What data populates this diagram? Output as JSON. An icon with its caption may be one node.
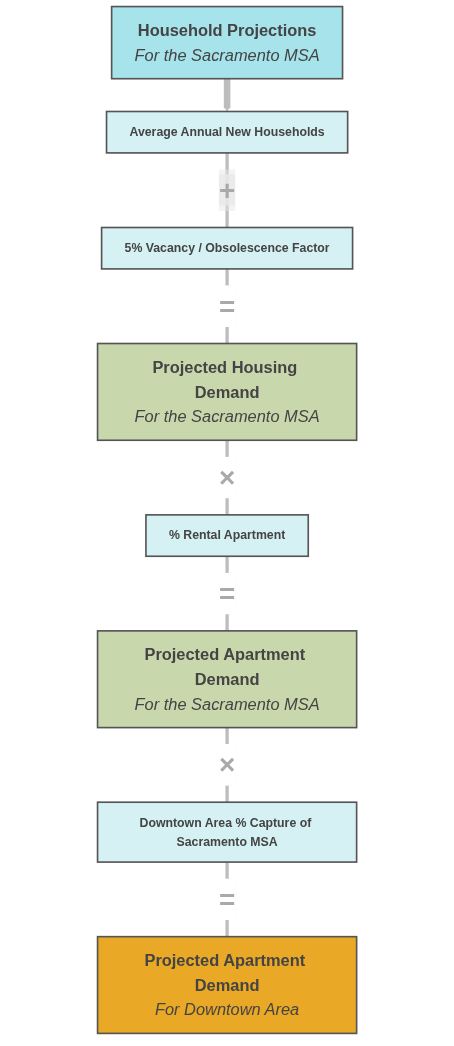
{
  "diagram": {
    "nodes": [
      {
        "text": [
          "Household Projections",
          "For the Sacramento MSA"
        ]
      },
      {
        "text": [
          "Average Annual New Households"
        ]
      },
      {
        "text": [
          "5% Vacancy / Obsolescence Factor"
        ]
      },
      {
        "text": [
          "Projected Housing Demand",
          "For the Sacramento MSA"
        ]
      },
      {
        "text": [
          "% Rental Apartment"
        ]
      },
      {
        "text": [
          "Projected Apartment Demand",
          "For the Sacramento MSA"
        ]
      },
      {
        "text": [
          "Downtown Area % Capture of Sacramento MSA"
        ]
      },
      {
        "text": [
          "Projected Apartment Demand",
          "For Downtown Area"
        ]
      }
    ],
    "edges": [
      {
        "from": 0,
        "to": 1,
        "arrow": "to",
        "style": "thick"
      },
      {
        "from": 1,
        "to": 2,
        "arrow": "none",
        "label": "+"
      },
      {
        "from": 2,
        "to": 3,
        "arrow": "none",
        "label": "="
      },
      {
        "from": 3,
        "to": 4,
        "arrow": "none",
        "label": "×"
      },
      {
        "from": 4,
        "to": 5,
        "arrow": "none",
        "label": "="
      },
      {
        "from": 5,
        "to": 6,
        "arrow": "none",
        "label": "×"
      },
      {
        "from": 6,
        "to": 7,
        "arrow": "none",
        "label": "="
      }
    ]
  }
}
